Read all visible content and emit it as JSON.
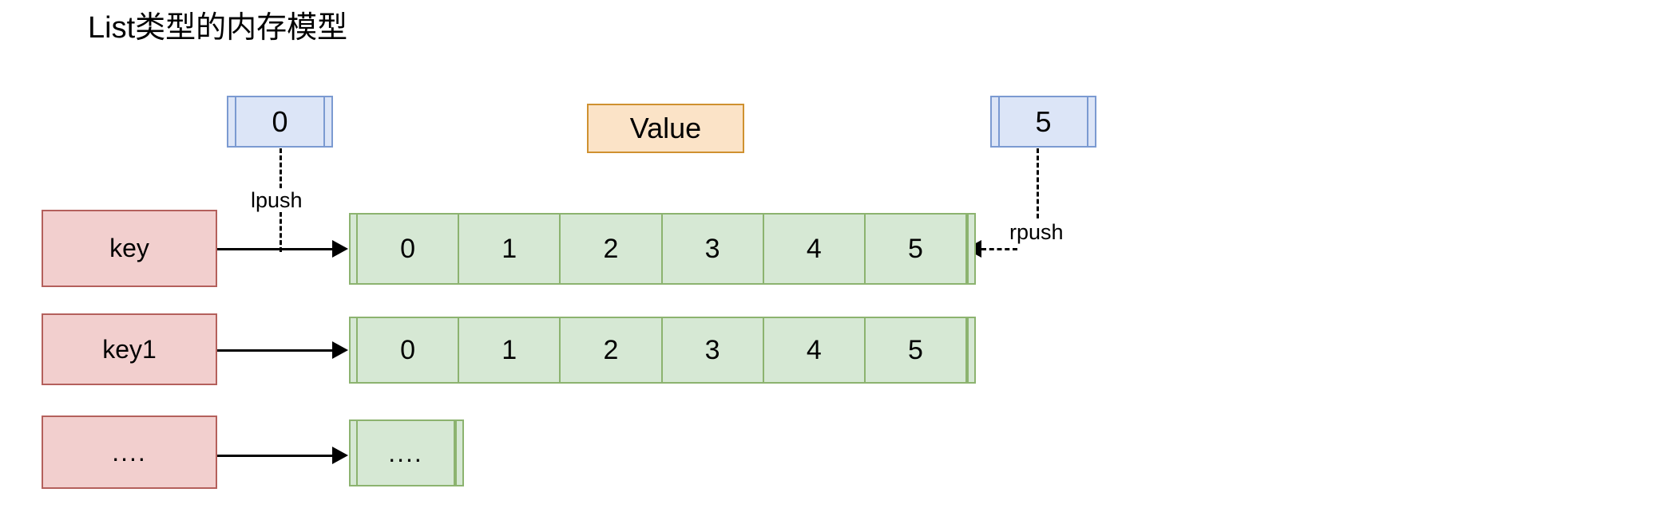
{
  "title": "List类型的内存模型",
  "legend": {
    "value_label": "Value"
  },
  "push_sources": {
    "left": {
      "label": "0",
      "op": "lpush"
    },
    "right": {
      "label": "5",
      "op": "rpush"
    }
  },
  "colors": {
    "key_fill": "#f2cfce",
    "key_border": "#b4605c",
    "list_fill": "#d6e8d4",
    "list_border": "#8cb36f",
    "push_fill": "#dce5f7",
    "push_border": "#7b9ad1",
    "value_fill": "#fbe3c7",
    "value_border": "#cf9130",
    "connector": "#000000"
  },
  "rows": [
    {
      "key": "key",
      "values": [
        "0",
        "1",
        "2",
        "3",
        "4",
        "5"
      ]
    },
    {
      "key": "key1",
      "values": [
        "0",
        "1",
        "2",
        "3",
        "4",
        "5"
      ]
    },
    {
      "key": "....",
      "values": [
        "...."
      ]
    }
  ]
}
